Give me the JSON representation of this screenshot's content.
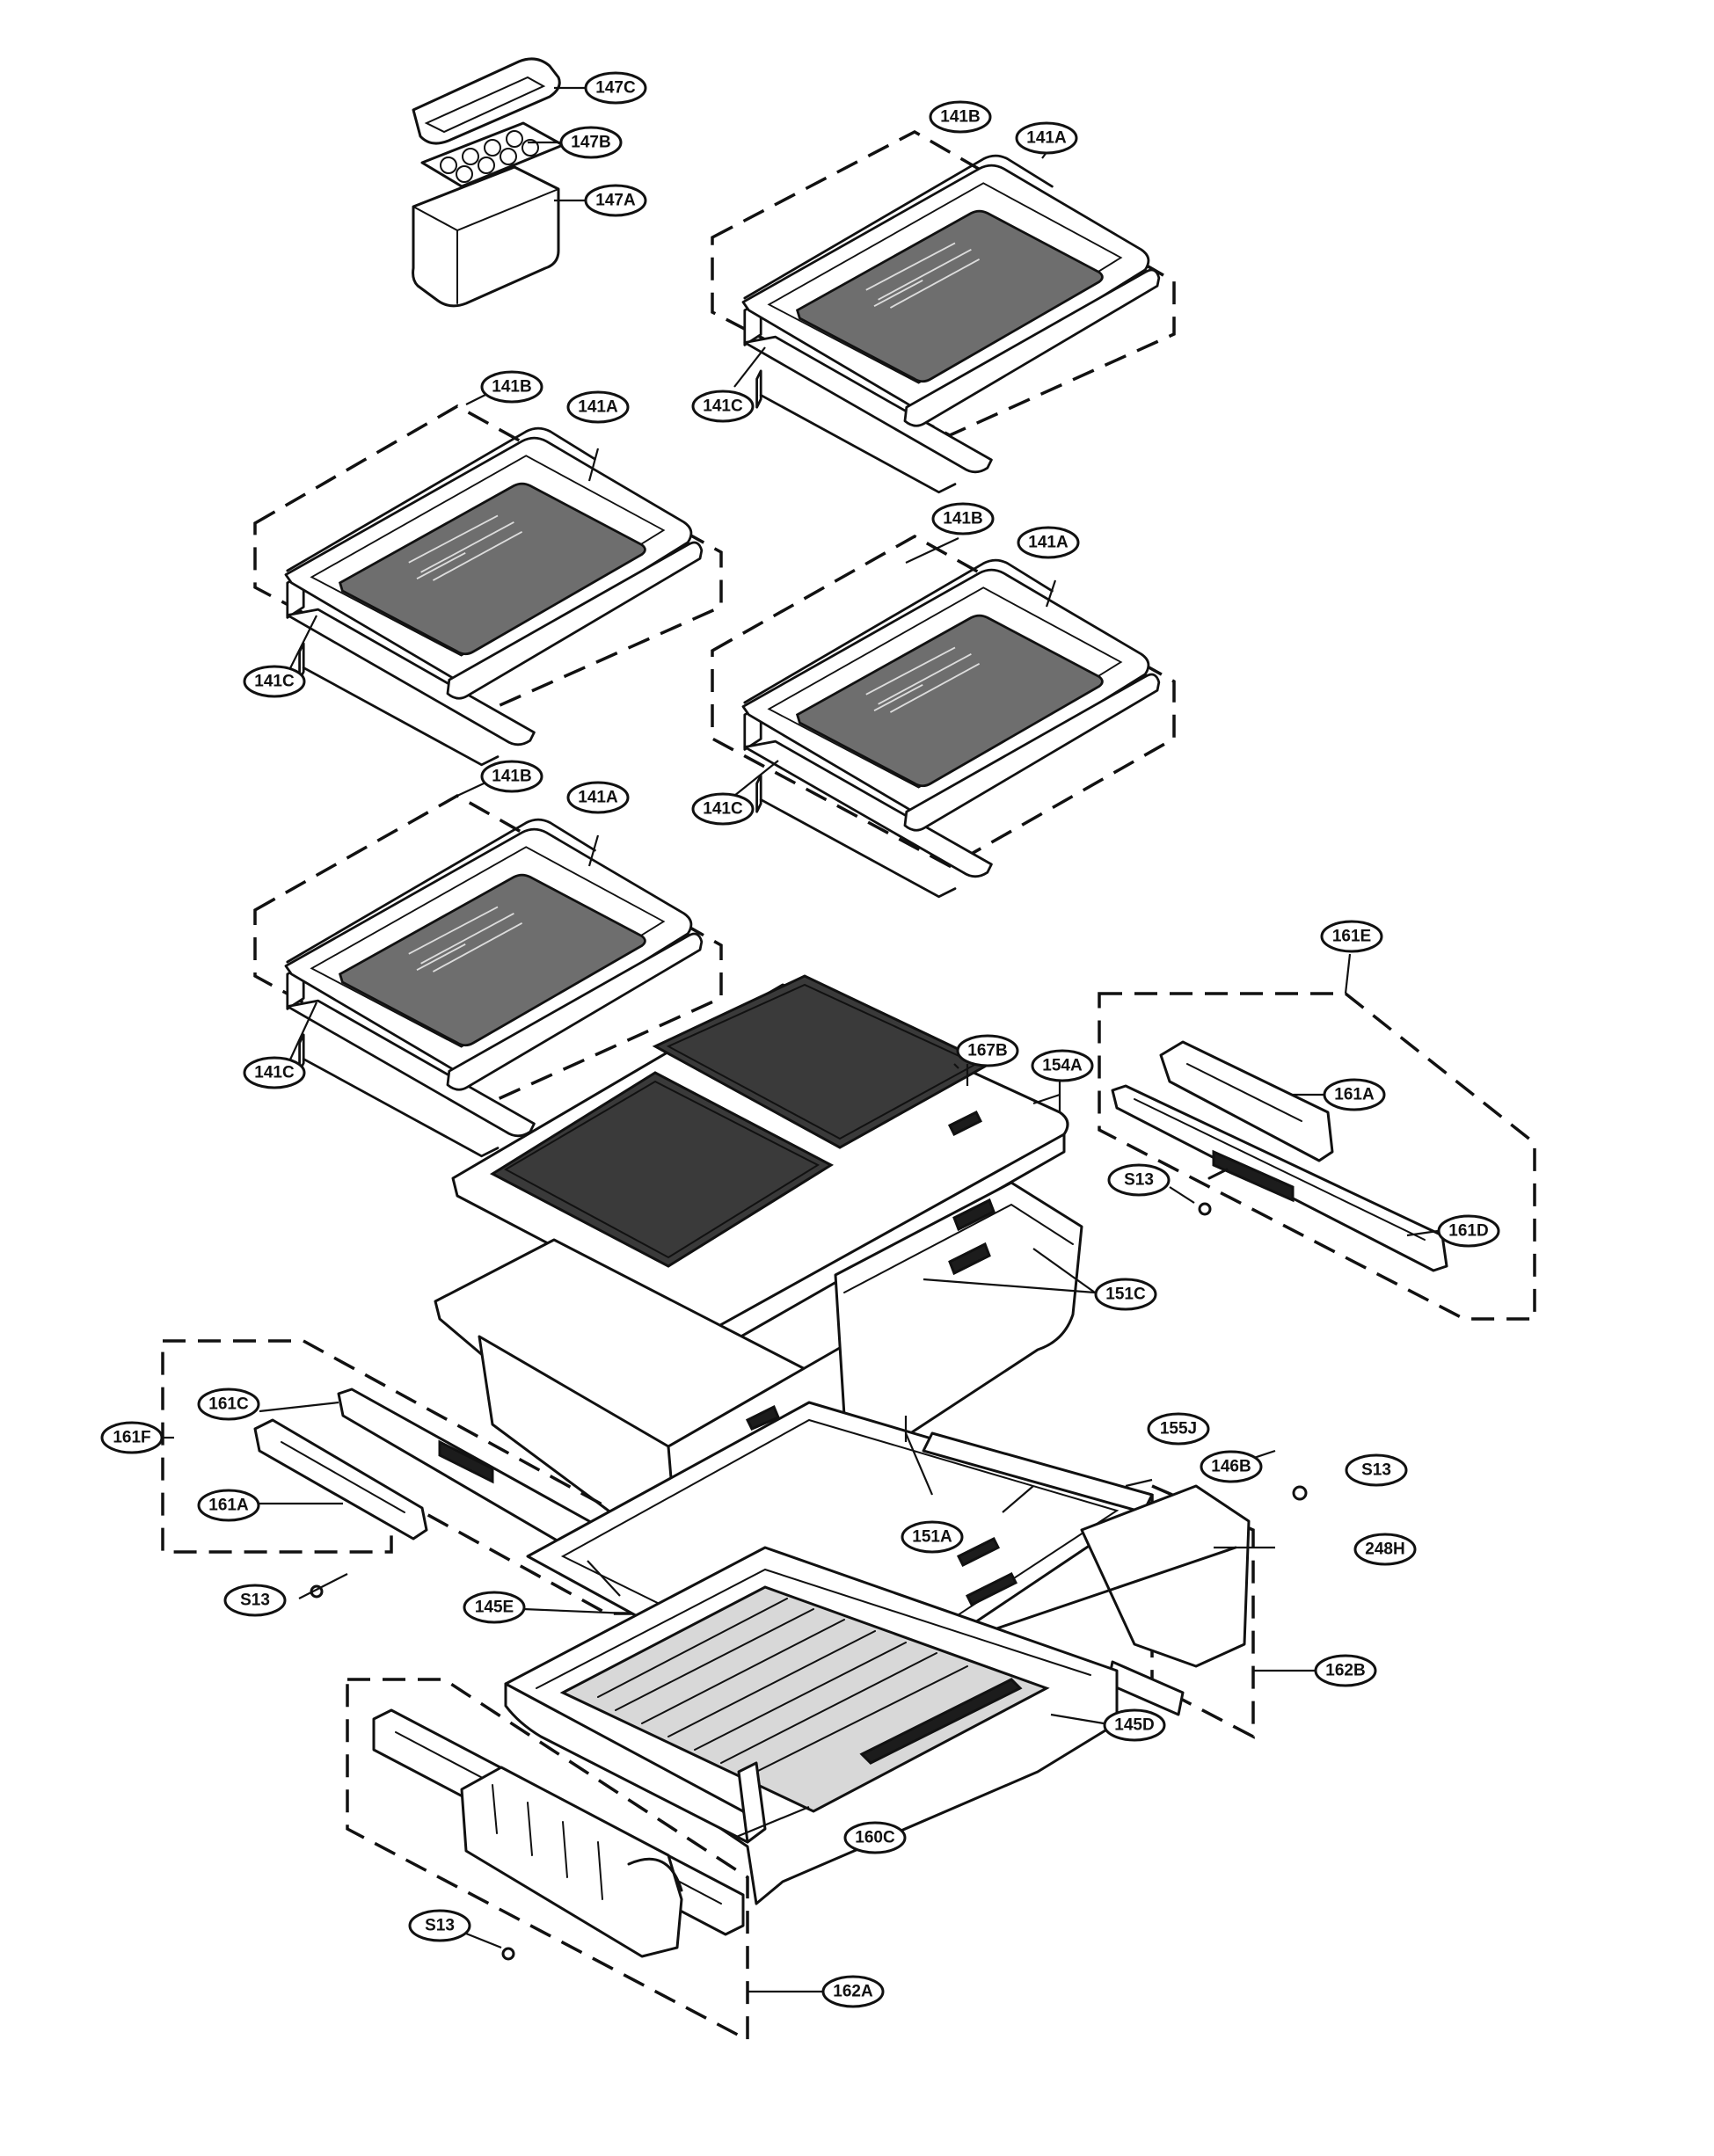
{
  "labels": {
    "p147C": "147C",
    "p147B": "147B",
    "p147A": "147A",
    "p141B_1": "141B",
    "p141A_1": "141A",
    "p141C_1": "141C",
    "p141B_2": "141B",
    "p141A_2": "141A",
    "p141C_2": "141C",
    "p141B_3": "141B",
    "p141A_3": "141A",
    "p141C_3": "141C",
    "p141B_4": "141B",
    "p141A_4": "141A",
    "p141C_4": "141C",
    "p161E": "161E",
    "p161A_r": "161A",
    "pS13_r": "S13",
    "p161D": "161D",
    "p167B": "167B",
    "p154A": "154A",
    "p151C": "151C",
    "p161C": "161C",
    "p161F": "161F",
    "p161A_l": "161A",
    "pS13_l": "S13",
    "p155J": "155J",
    "p146B": "146B",
    "pS13_mr": "S13",
    "p248H": "248H",
    "p151A": "151A",
    "p145E": "145E",
    "p162B": "162B",
    "p145D": "145D",
    "p160C": "160C",
    "pS13_b": "S13",
    "p162A": "162A"
  }
}
